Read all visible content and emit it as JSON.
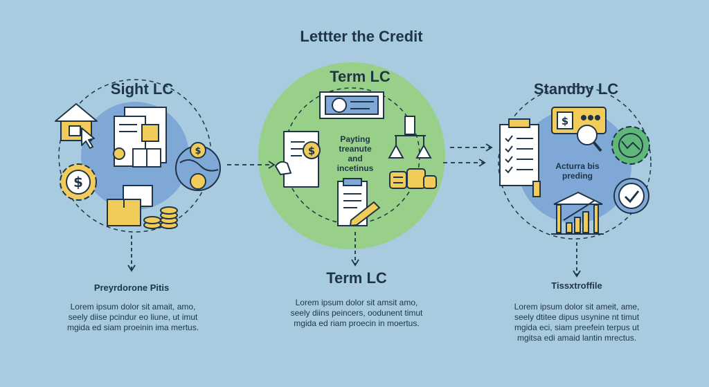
{
  "title": "Lettter the Credit",
  "columns": [
    {
      "heading": "Sight LC",
      "subheading": "Preyrdorone Pitis",
      "body": "Lorem ipsum dolor sit amait, amo,\nseely diise pcindur eo liune, ut imut\nmgida ed siam proeinin ima mertus."
    },
    {
      "heading": "Term LC",
      "inner_label": "Payting\ntreanute\nand\nincetinus",
      "bottom_heading": "Term LC",
      "body": "Lorem ipsum dolor sit amsit amo,\nseely diins peincers, oodunent timut\nmgida ed riam proecin in moertus."
    },
    {
      "heading": "Standby LC",
      "inner_label": "Acturra bis\npreding",
      "subheading": "Tissxtroffile",
      "body": "Lorem ipsum dolor sit ameit, ame,\nseely dtitee dipus usynine nt timut\nmgida eci, siam preefein terpus ut\nmgitsa edi amaid lantin mrectus."
    }
  ],
  "colors": {
    "background": "#a8cbe0",
    "circle_blue": "#7fa8d6",
    "circle_green": "#98d08a",
    "ink": "#1f3447",
    "gold": "#f2cc5a",
    "icon_fill": "#ffffff",
    "gear_green": "#5fb87a"
  },
  "icons": [
    "house-cursor-icon",
    "document-form-icon",
    "gear-dollar-icon",
    "globe-coin-icon",
    "boxes-icon",
    "coin-stack-icon",
    "banknote-icon",
    "receipt-coin-icon",
    "scale-icon",
    "clipboard-pen-icon",
    "checklist-icon",
    "cheque-magnifier-icon",
    "gear-chart-icon",
    "clock-check-icon",
    "bank-chart-icon"
  ]
}
